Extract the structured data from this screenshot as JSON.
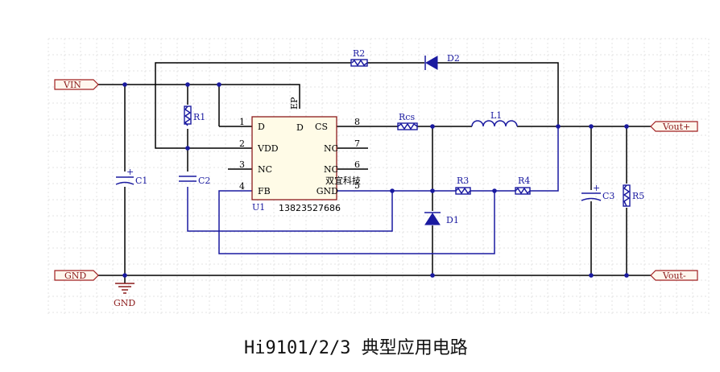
{
  "ports": {
    "vin": "VIN",
    "gnd": "GND",
    "vout_pos": "Vout+",
    "vout_neg": "Vout-"
  },
  "gnd_symbol": "GND",
  "components": {
    "R1": "R1",
    "R2": "R2",
    "R3": "R3",
    "R4": "R4",
    "R5": "R5",
    "Rcs": "Rcs",
    "L1": "L1",
    "D1": "D1",
    "D2": "D2",
    "C1": "C1",
    "C2": "C2",
    "C3": "C3",
    "U1": "U1",
    "cap_plus": "+"
  },
  "ic": {
    "pin_left": [
      {
        "num": "1",
        "name": "D"
      },
      {
        "num": "2",
        "name": "VDD"
      },
      {
        "num": "3",
        "name": "NC"
      },
      {
        "num": "4",
        "name": "FB"
      }
    ],
    "pin_right": [
      {
        "num": "8",
        "name": "CS"
      },
      {
        "num": "7",
        "name": "NC"
      },
      {
        "num": "6",
        "name": "NC"
      },
      {
        "num": "5",
        "name": "GND"
      }
    ],
    "pin_d": "D",
    "pin_ep": "EP",
    "phone": "13823527686",
    "watermark": "双宜科技"
  },
  "caption": "Hi9101/2/3 典型应用电路"
}
